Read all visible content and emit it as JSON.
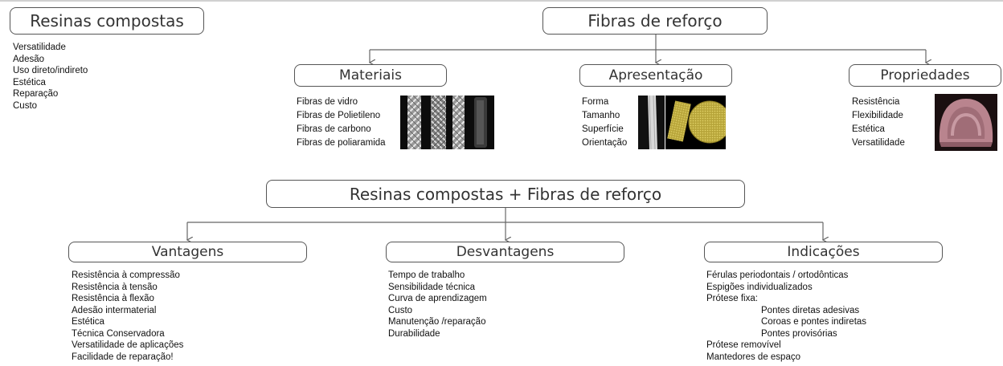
{
  "resinas": {
    "title": "Resinas compostas",
    "items": [
      "Versatilidade",
      "Adesão",
      "Uso direto/indireto",
      "Estética",
      "Reparação",
      "Custo"
    ]
  },
  "fibras": {
    "title": "Fibras de reforço",
    "materiais": {
      "title": "Materiais",
      "items": [
        "Fibras de vidro",
        "Fibras de Polietileno",
        "Fibras de carbono",
        "Fibras de poliaramida"
      ]
    },
    "apresentacao": {
      "title": "Apresentação",
      "items": [
        "Forma",
        "Tamanho",
        "Superfície",
        "Orientação"
      ]
    },
    "propriedades": {
      "title": "Propriedades",
      "items": [
        "Resistência",
        "Flexibilidade",
        "Estética",
        "Versatilidade"
      ]
    }
  },
  "combo": {
    "title": "Resinas compostas + Fibras de reforço",
    "vantagens": {
      "title": "Vantagens",
      "items": [
        "Resistência à compressão",
        "Resistência à tensão",
        "Resistência à flexão",
        "Adesão intermaterial",
        "Estética",
        "Técnica Conservadora",
        "Versatilidade de aplicações",
        "Facilidade de reparação!"
      ]
    },
    "desvantagens": {
      "title": "Desvantagens",
      "items": [
        "Tempo de trabalho",
        "Sensibilidade técnica",
        "Curva de aprendizagem",
        "Custo",
        "Manutenção /reparação",
        "Durabilidade"
      ]
    },
    "indicacoes": {
      "title": "Indicações",
      "items": [
        "Férulas periodontais / ortodônticas",
        "Espigões individualizados",
        "Prótese fixa:",
        "Pontes diretas adesivas",
        "Coroas e pontes indiretas",
        "Pontes provisórias",
        "Prótese removível",
        "Mantedores de espaço"
      ]
    }
  }
}
